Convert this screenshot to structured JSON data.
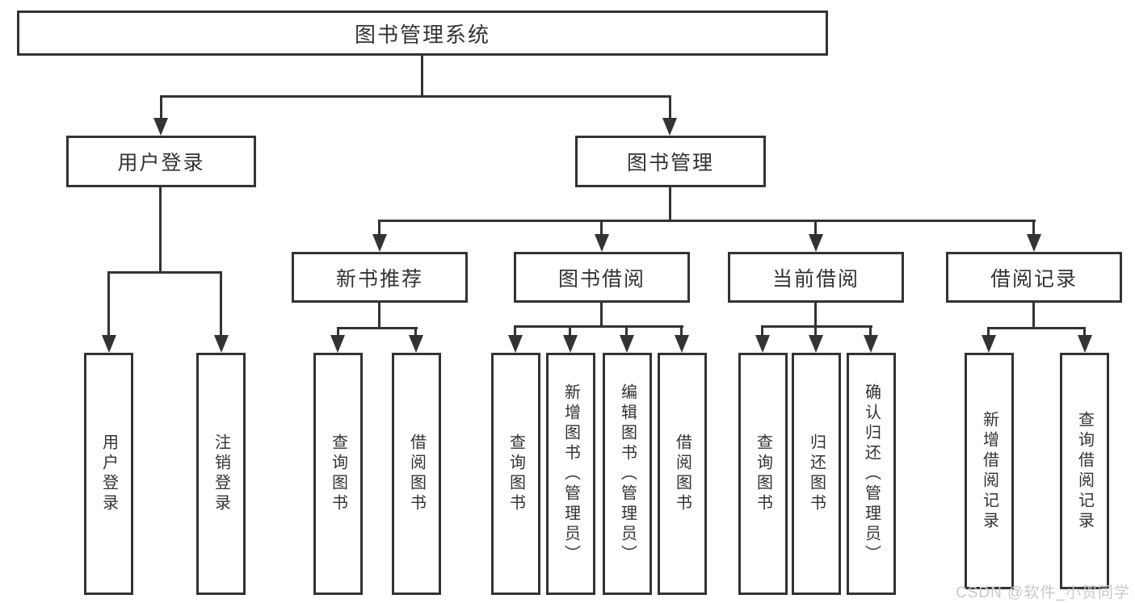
{
  "tree": {
    "root": {
      "label": "图书管理系统",
      "children": [
        {
          "label": "用户登录",
          "children": [
            {
              "label": "用户登录"
            },
            {
              "label": "注销登录"
            }
          ]
        },
        {
          "label": "图书管理",
          "children": [
            {
              "label": "新书推荐",
              "children": [
                {
                  "label": "查询图书"
                },
                {
                  "label": "借阅图书"
                }
              ]
            },
            {
              "label": "图书借阅",
              "children": [
                {
                  "label": "查询图书"
                },
                {
                  "label": "新增图书（管理员）"
                },
                {
                  "label": "编辑图书（管理员）"
                },
                {
                  "label": "借阅图书"
                }
              ]
            },
            {
              "label": "当前借阅",
              "children": [
                {
                  "label": "查询图书"
                },
                {
                  "label": "归还图书"
                },
                {
                  "label": "确认归还（管理员）"
                }
              ]
            },
            {
              "label": "借阅记录",
              "children": [
                {
                  "label": "新增借阅记录"
                },
                {
                  "label": "查询借阅记录"
                }
              ]
            }
          ]
        }
      ]
    }
  },
  "watermark": {
    "text": "CSDN @软件_小贺同学"
  },
  "colors": {
    "line": "#333333",
    "text": "#333333",
    "box_background": "#ffffff",
    "watermark": "#c9c9c9"
  }
}
